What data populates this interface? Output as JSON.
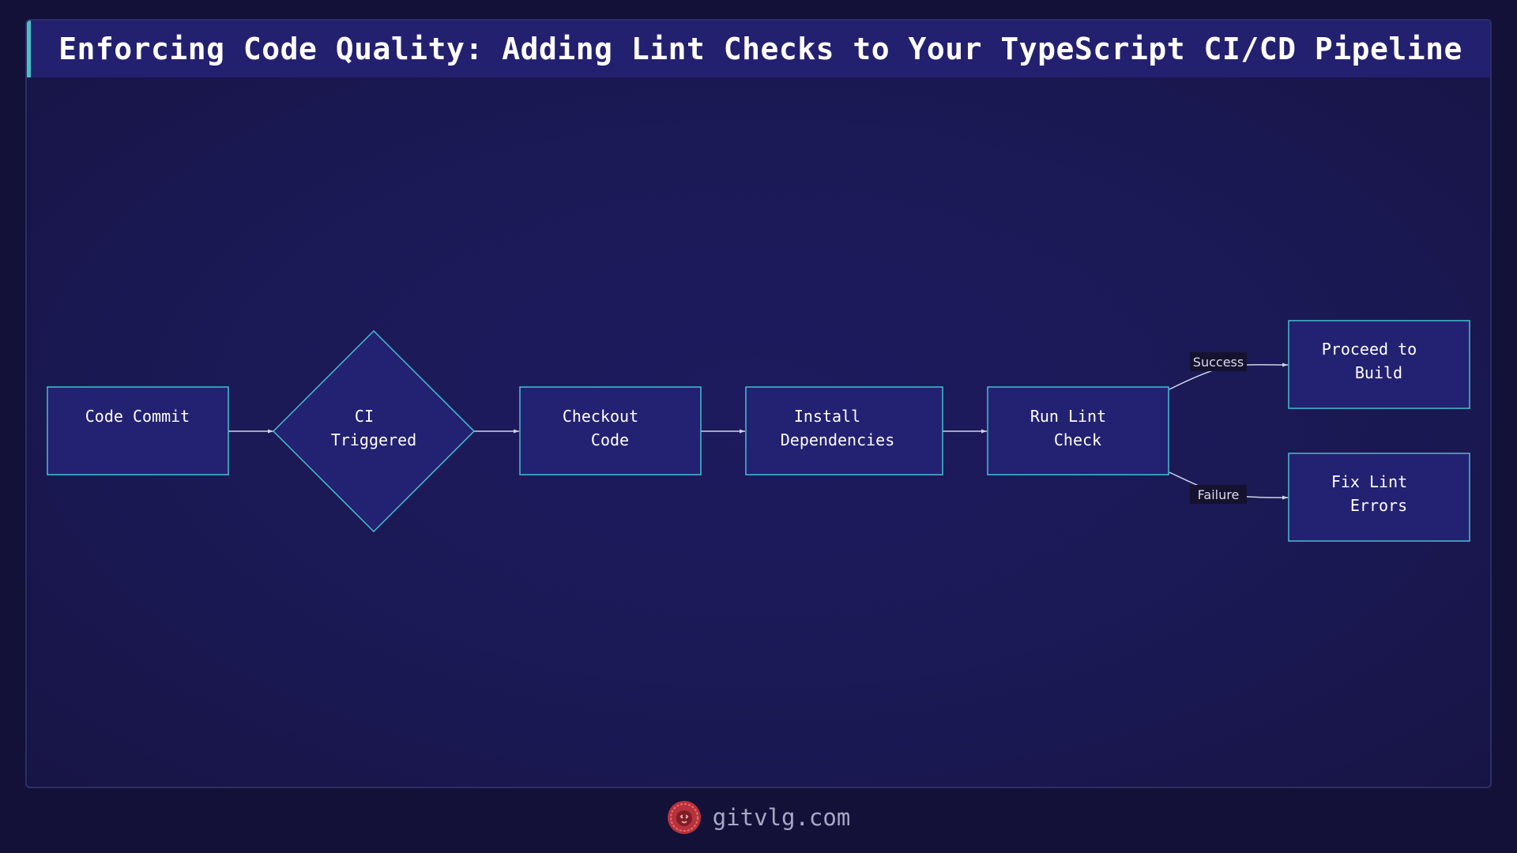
{
  "title": "Enforcing Code Quality: Adding Lint Checks to Your TypeScript CI/CD Pipeline",
  "nodes": [
    {
      "id": "commit",
      "lines": [
        "Code Commit"
      ]
    },
    {
      "id": "ci",
      "lines": [
        "CI",
        "Triggered"
      ]
    },
    {
      "id": "checkout",
      "lines": [
        "Checkout",
        "Code"
      ]
    },
    {
      "id": "install",
      "lines": [
        "Install",
        "Dependencies"
      ]
    },
    {
      "id": "lint",
      "lines": [
        "Run Lint",
        "Check"
      ]
    },
    {
      "id": "build",
      "lines": [
        "Proceed to",
        "Build"
      ]
    },
    {
      "id": "fix",
      "lines": [
        "Fix Lint",
        "Errors"
      ]
    }
  ],
  "edge_labels": {
    "success": "Success",
    "failure": "Failure"
  },
  "footer": {
    "site": "gitvlg.com"
  },
  "colors": {
    "node_fill": "#232172",
    "node_stroke": "#45c0cf",
    "edge": "#cfd3e6",
    "label_bg": "#14122e"
  }
}
